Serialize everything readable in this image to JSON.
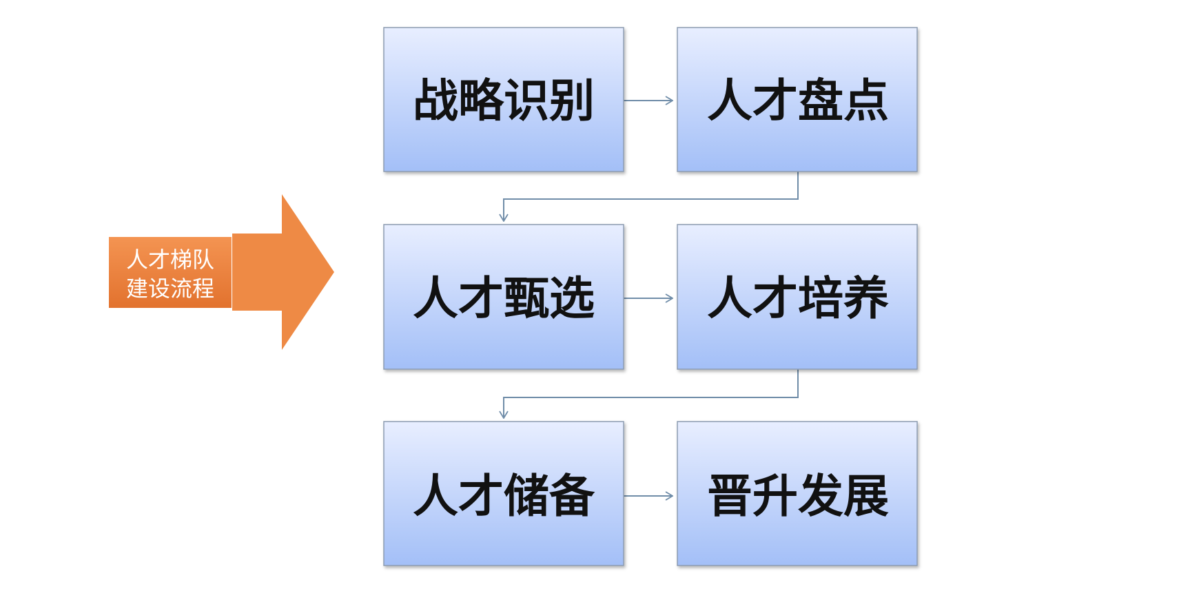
{
  "label": {
    "line1": "人才梯队",
    "line2": "建设流程",
    "color": "#EE8A45"
  },
  "steps": [
    {
      "label": "战略识别"
    },
    {
      "label": "人才盘点"
    },
    {
      "label": "人才甄选"
    },
    {
      "label": "人才培养"
    },
    {
      "label": "人才储备"
    },
    {
      "label": "晋升发展"
    }
  ],
  "colors": {
    "box_top": "#E8EEFF",
    "box_bottom": "#A3BFF7",
    "box_border": "#8C9BB0",
    "connector": "#6F8CA8"
  }
}
